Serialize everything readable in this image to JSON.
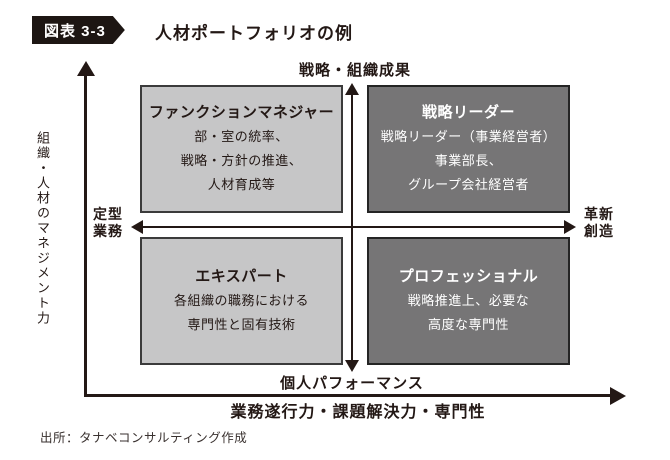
{
  "header": {
    "badge": "図表 3-3",
    "title": "人材ポートフォリオの例"
  },
  "axes": {
    "y_label": "組織・人材のマネジメント力",
    "x_label": "業務遂行力・課題解決力・専門性",
    "top_label": "戦略・組織成果",
    "bottom_label": "個人パフォーマンス",
    "left_label_line1": "定型",
    "left_label_line2": "業務",
    "right_label_line1": "革新",
    "right_label_line2": "創造"
  },
  "quadrants": [
    {
      "position": "top-left",
      "title": "ファンクションマネジャー",
      "lines": [
        "部・室の統率、",
        "戦略・方針の推進、",
        "人材育成等"
      ]
    },
    {
      "position": "top-right",
      "title": "戦略リーダー",
      "lines": [
        "戦略リーダー（事業経営者）",
        "事業部長、",
        "グループ会社経営者"
      ]
    },
    {
      "position": "bottom-left",
      "title": "エキスパート",
      "lines": [
        "各組織の職務における",
        "専門性と固有技術"
      ]
    },
    {
      "position": "bottom-right",
      "title": "プロフェッショナル",
      "lines": [
        "戦略推進上、必要な",
        "高度な専門性"
      ]
    }
  ],
  "source": "出所：タナベコンサルティング作成",
  "colors": {
    "light_box": "#c6c6c7",
    "dark_box": "#767576",
    "ink": "#231815",
    "badge_bg": "#1d1613"
  }
}
